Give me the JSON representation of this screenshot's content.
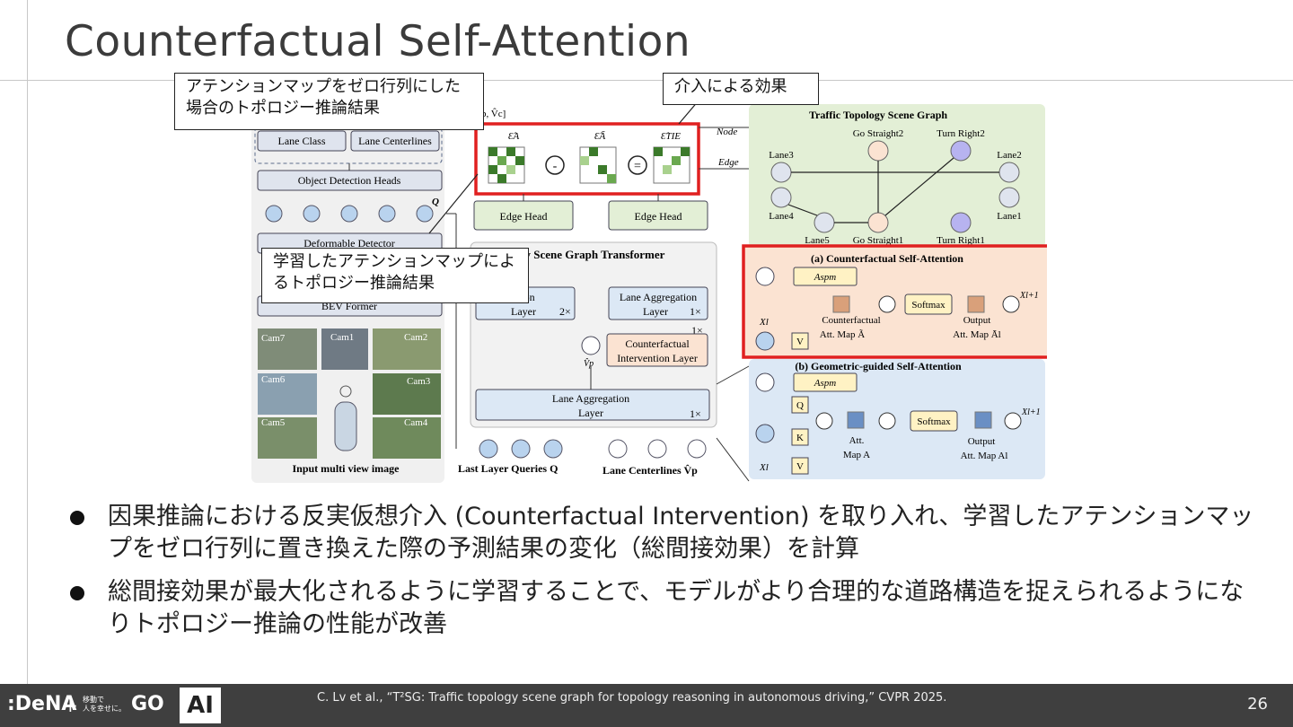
{
  "slide": {
    "title": "Counterfactual Self-Attention",
    "page_number": "26"
  },
  "callouts": {
    "zero_matrix": "アテンションマップをゼロ行列にした場合のトポロジー推論結果",
    "intervention_effect": "介入による効果",
    "learned_attention": "学習したアテンションマップによるトポロジー推論結果"
  },
  "figure": {
    "lane_class": "Lane Class",
    "lane_centerlines_head": "Lane Centerlines",
    "object_detection_heads": "Object Detection Heads",
    "q_out": "Q",
    "deformable_detector": "Deformable Detector",
    "bev_former": "BEV Former",
    "cams": [
      "Cam7",
      "Cam1",
      "Cam2",
      "Cam6",
      "Cam3",
      "Cam5",
      "Cam4"
    ],
    "input_label": "Input multi view image",
    "vp_vc": "p, V̂c]",
    "eps_a": "Ɛ̂A",
    "eps_a_tilde": "Ɛ̂Ã",
    "eps_tie": "Ɛ̂TIE",
    "minus": "-",
    "equals": "=",
    "edge_head_1": "Edge Head",
    "edge_head_2": "Edge Head",
    "transformer_title": "gy Scene Graph Transformer",
    "agg_left_1": "gregation",
    "agg_left_2": "Layer",
    "agg_left_mult": "2×",
    "agg_right_1": "Lane Aggregation",
    "agg_right_2": "Layer",
    "agg_right_mult": "1×",
    "one_x": "1×",
    "cf_layer_1": "Counterfactual",
    "cf_layer_2": "Intervention Layer",
    "vp_symbol": "V̂p",
    "agg_bottom_1": "Lane Aggregation",
    "agg_bottom_2": "Layer",
    "agg_bottom_mult": "1×",
    "last_layer_queries": "Last Layer Queries Q",
    "lane_centerlines_bottom": "Lane Centerlines V̂p",
    "node_label": "Node",
    "edge_label": "Edge",
    "scene_graph_title": "Traffic Topology Scene Graph",
    "graph_nodes": [
      "Go Straight2",
      "Turn Right2",
      "Lane3",
      "Lane2",
      "Lane4",
      "Lane1",
      "Lane5",
      "Go Straight1",
      "Turn Right1"
    ],
    "cfsa_title": "(a) Counterfactual Self-Attention",
    "a_spm": "Aspm",
    "softmax": "Softmax",
    "xl": "Xl",
    "xl1": "Xl+1",
    "v": "V",
    "cf_att_1": "Counterfactual",
    "cf_att_2": "Att. Map Ã",
    "output_1": "Output",
    "output_2": "Att. Map Āl",
    "gsa_title": "(b) Geometric-guided Self-Attention",
    "q": "Q",
    "k": "K",
    "att_1": "Att.",
    "att_2": "Map A",
    "output_3": "Output",
    "output_4": "Att. Map Al"
  },
  "bullets": [
    "因果推論における反実仮想介入 (Counterfactual Intervention) を取り入れ、学習したアテンションマップをゼロ行列に置き換えた際の予測結果の変化（総間接効果）を計算",
    "総間接効果が最大化されるように学習することで、モデルがより合理的な道路構造を捉えられるようになりトポロジー推論の性能が改善"
  ],
  "footer": {
    "logo_dena": ":DeNA",
    "plus": "+",
    "tagline_1": "移動で",
    "tagline_2": "人を幸せに。",
    "logo_go": "GO",
    "ai_badge": "AI",
    "citation": "C. Lv et al., “T²SG: Traffic topology scene graph for topology reasoning in autonomous driving,” CVPR 2025."
  },
  "colors": {
    "highlight_red": "#e02020",
    "green_panel": "#e3efd6",
    "peach_panel": "#fbe3d2",
    "blue_panel": "#dce8f5",
    "footer_bg": "#3f3f3f"
  }
}
